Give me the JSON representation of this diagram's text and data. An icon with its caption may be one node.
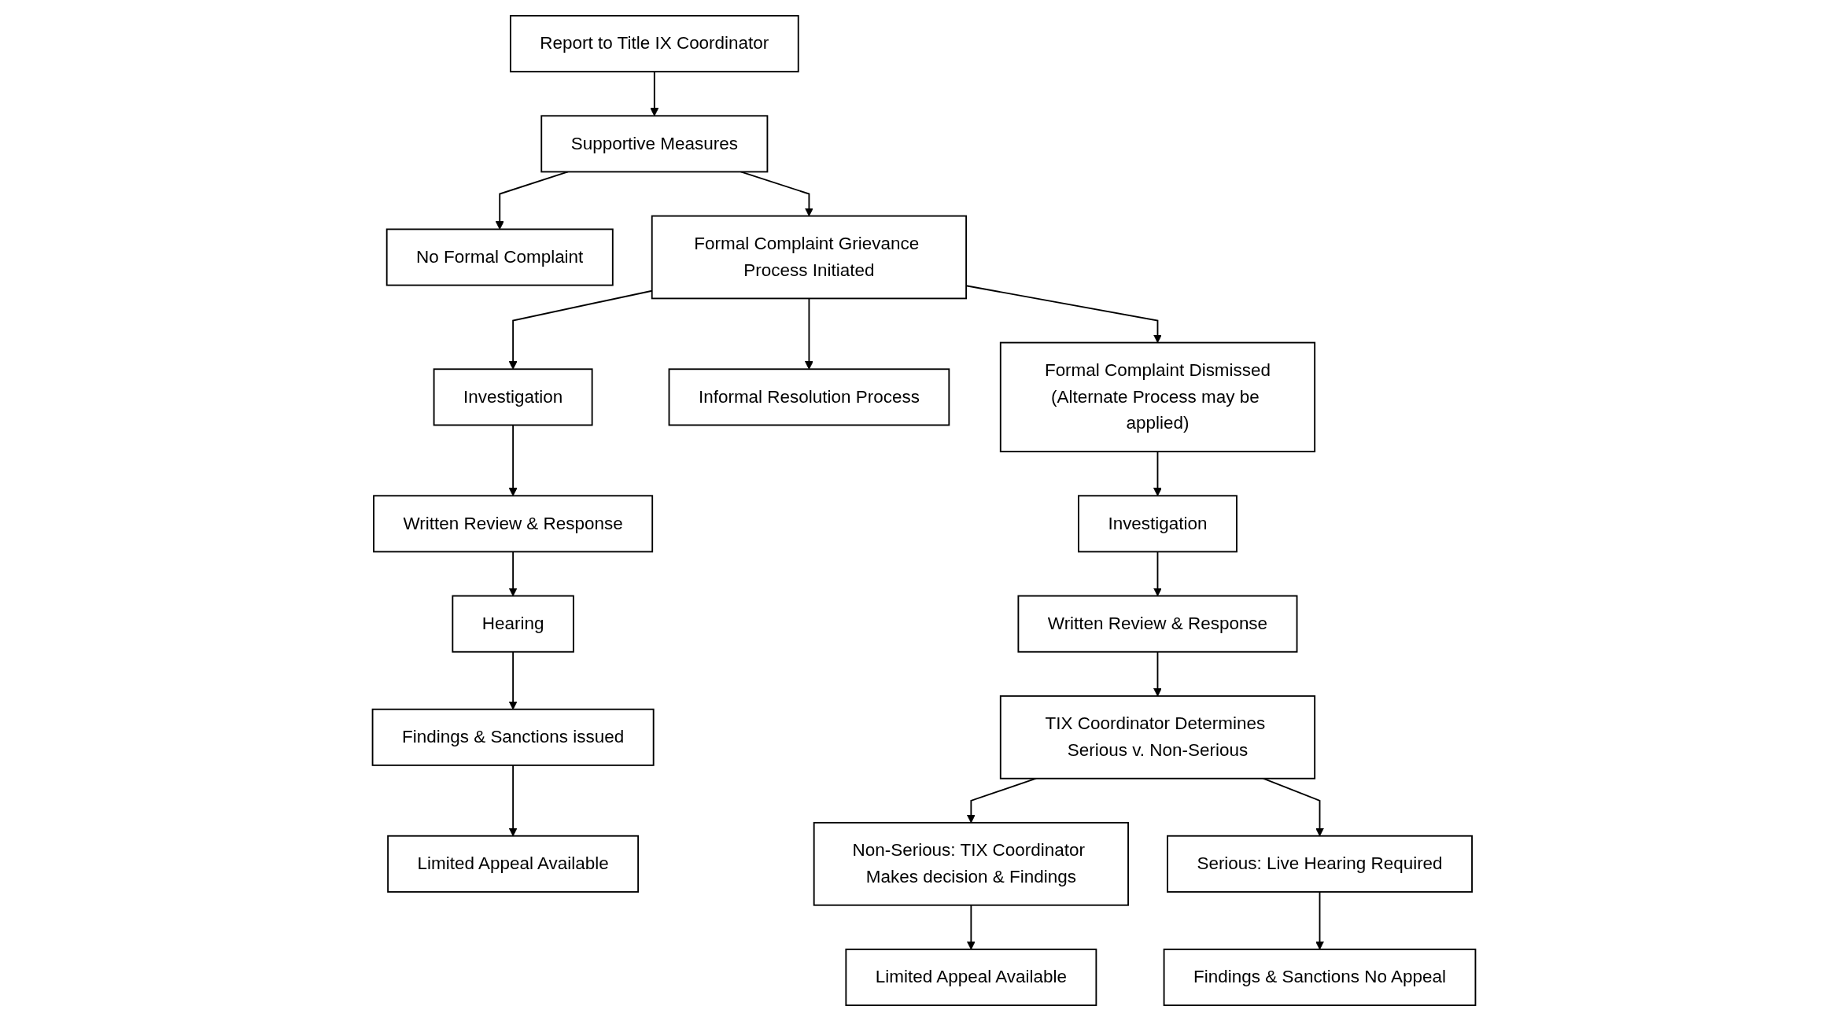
{
  "diagram": {
    "nodes": [
      {
        "text": [
          "Report to Title IX Coordinator"
        ]
      },
      {
        "text": [
          "Supportive Measures"
        ]
      },
      {
        "text": [
          "No Formal Complaint"
        ]
      },
      {
        "text": [
          "Formal Complaint Grievance Process Initiated"
        ]
      },
      {
        "text": [
          "Formal Complaint Dismissed",
          "(Alternate Process may be applied)"
        ]
      },
      {
        "text": [
          "Informal Resolution Process"
        ]
      },
      {
        "text": [
          "Investigation"
        ]
      },
      {
        "text": [
          "Written Review & Response"
        ]
      },
      {
        "text": [
          "Hearing"
        ]
      },
      {
        "text": [
          "Findings & Sanctions issued"
        ]
      },
      {
        "text": [
          "Limited Appeal Available"
        ]
      },
      {
        "text": [
          "Investigation"
        ]
      },
      {
        "text": [
          "Written Review & Response"
        ]
      },
      {
        "text": [
          "TIX Coordinator Determines Serious v. Non-Serious"
        ]
      },
      {
        "text": [
          "Non-Serious: TIX Coordinator Makes decision & Findings"
        ]
      },
      {
        "text": [
          "Serious: Live Hearing Required"
        ]
      },
      {
        "text": [
          "Limited Appeal Available"
        ]
      },
      {
        "text": [
          "Findings & Sanctions No Appeal"
        ]
      }
    ],
    "edges": [
      {
        "from": 0,
        "to": 1,
        "arrow": "to"
      },
      {
        "from": 1,
        "to": 2,
        "arrow": "to"
      },
      {
        "from": 1,
        "to": 3,
        "arrow": "to"
      },
      {
        "from": 3,
        "to": 4,
        "arrow": "to"
      },
      {
        "from": 3,
        "to": 5,
        "arrow": "to"
      },
      {
        "from": 3,
        "to": 6,
        "arrow": "to"
      },
      {
        "from": 6,
        "to": 7,
        "arrow": "to"
      },
      {
        "from": 7,
        "to": 8,
        "arrow": "to"
      },
      {
        "from": 8,
        "to": 9,
        "arrow": "to"
      },
      {
        "from": 9,
        "to": 10,
        "arrow": "to"
      },
      {
        "from": 4,
        "to": 11,
        "arrow": "to"
      },
      {
        "from": 11,
        "to": 12,
        "arrow": "to"
      },
      {
        "from": 12,
        "to": 13,
        "arrow": "to"
      },
      {
        "from": 13,
        "to": 14,
        "arrow": "to"
      },
      {
        "from": 13,
        "to": 15,
        "arrow": "to"
      },
      {
        "from": 14,
        "to": 16,
        "arrow": "to"
      },
      {
        "from": 15,
        "to": 17,
        "arrow": "to"
      }
    ]
  }
}
